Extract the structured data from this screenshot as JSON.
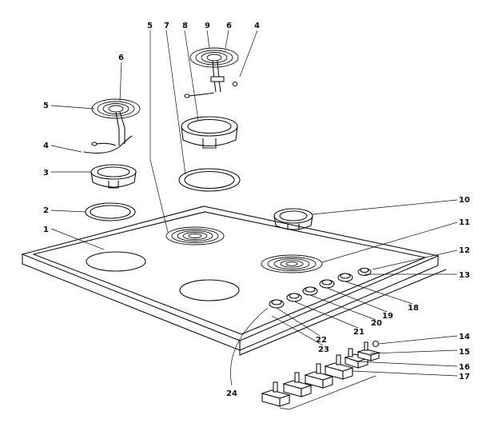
{
  "callouts": [
    {
      "id": "c5a",
      "text": "5"
    },
    {
      "id": "c7",
      "text": "7"
    },
    {
      "id": "c8",
      "text": "8"
    },
    {
      "id": "c9",
      "text": "9"
    },
    {
      "id": "c6a",
      "text": "6"
    },
    {
      "id": "c4a",
      "text": "4"
    },
    {
      "id": "c6b",
      "text": "6"
    },
    {
      "id": "c5b",
      "text": "5"
    },
    {
      "id": "c4b",
      "text": "4"
    },
    {
      "id": "c3",
      "text": "3"
    },
    {
      "id": "c2",
      "text": "2"
    },
    {
      "id": "c1",
      "text": "1"
    },
    {
      "id": "c10",
      "text": "10"
    },
    {
      "id": "c11",
      "text": "11"
    },
    {
      "id": "c12",
      "text": "12"
    },
    {
      "id": "c13",
      "text": "13"
    },
    {
      "id": "c18",
      "text": "18"
    },
    {
      "id": "c19",
      "text": "19"
    },
    {
      "id": "c20",
      "text": "20"
    },
    {
      "id": "c21",
      "text": "21"
    },
    {
      "id": "c22",
      "text": "22"
    },
    {
      "id": "c23",
      "text": "23"
    },
    {
      "id": "c14",
      "text": "14"
    },
    {
      "id": "c15",
      "text": "15"
    },
    {
      "id": "c16",
      "text": "16"
    },
    {
      "id": "c17",
      "text": "17"
    },
    {
      "id": "c24",
      "text": "24"
    }
  ]
}
